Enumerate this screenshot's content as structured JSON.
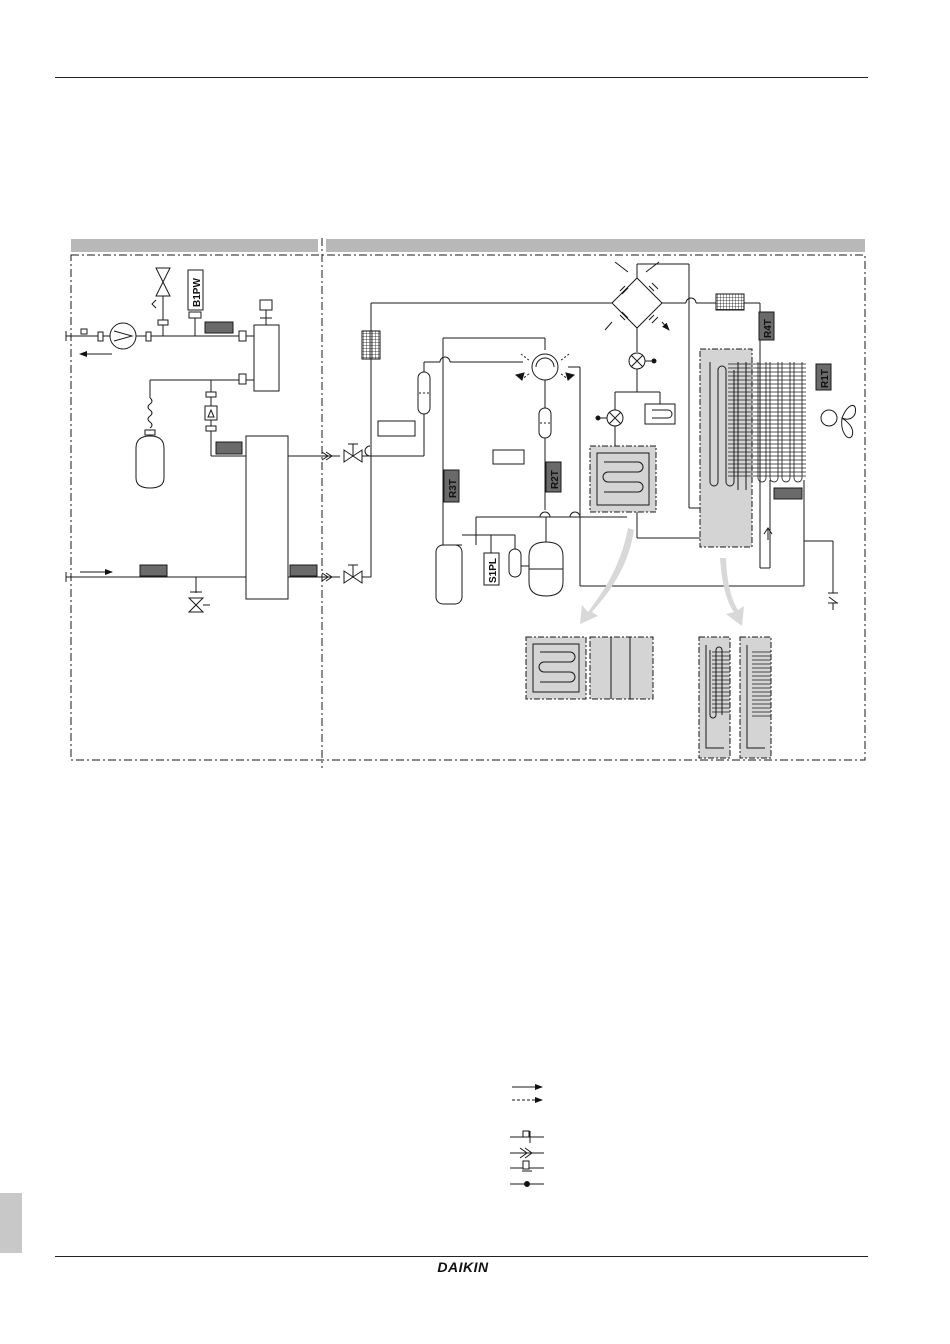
{
  "diagram": {
    "sensor_labels": {
      "b1pw": "B1PW",
      "r4t": "R4T",
      "r1t": "R1T",
      "r3t": "R3T",
      "r2t": "R2T",
      "s1pl": "S1PL"
    }
  },
  "footer": {
    "brand": "DAIKIN"
  },
  "colors": {
    "line": "#1a1a1a",
    "header_bar": "#b8b8b8",
    "dark_box": "#6a6a6a",
    "panel_fill": "#d4d4d4"
  }
}
